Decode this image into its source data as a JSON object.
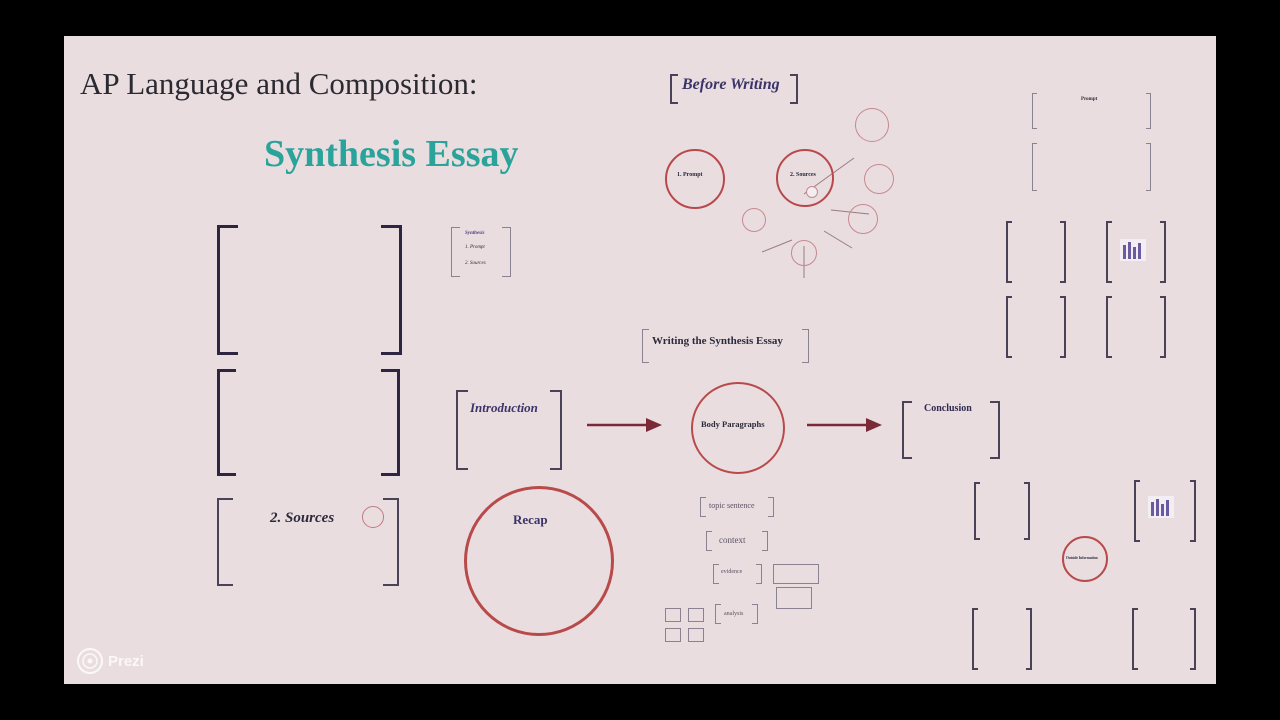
{
  "title": "AP Language and Composition:",
  "subtitle": "Synthesis Essay",
  "frames": {
    "synthesis_legend": [
      "Synthesis",
      "1. Prompt",
      "2. Sources"
    ],
    "before_writing": "Before Writing",
    "prompt_circle": "1. Prompt",
    "sources_circle": "2. Sources",
    "writing_heading": "Writing the Synthesis Essay",
    "introduction": "Introduction",
    "body_paragraphs": "Body Paragraphs",
    "conclusion": "Conclusion",
    "sources_frame": "2. Sources",
    "recap": "Recap",
    "topic_sentence": "topic sentence",
    "context": "context",
    "evidence": "evidence",
    "analysis": "analysis",
    "prompt_card": "Prompt",
    "synthesis_info": "Outside Information"
  },
  "branding": {
    "logo_text": "Prezi"
  },
  "colors": {
    "background": "#eadde0",
    "accent_teal": "#2aa39a",
    "circle": "#b84a4a",
    "arrow": "#7a2a36",
    "bracket": "#2e2640"
  },
  "icons": [
    "prezi-logo-icon",
    "arrow-right-icon"
  ]
}
